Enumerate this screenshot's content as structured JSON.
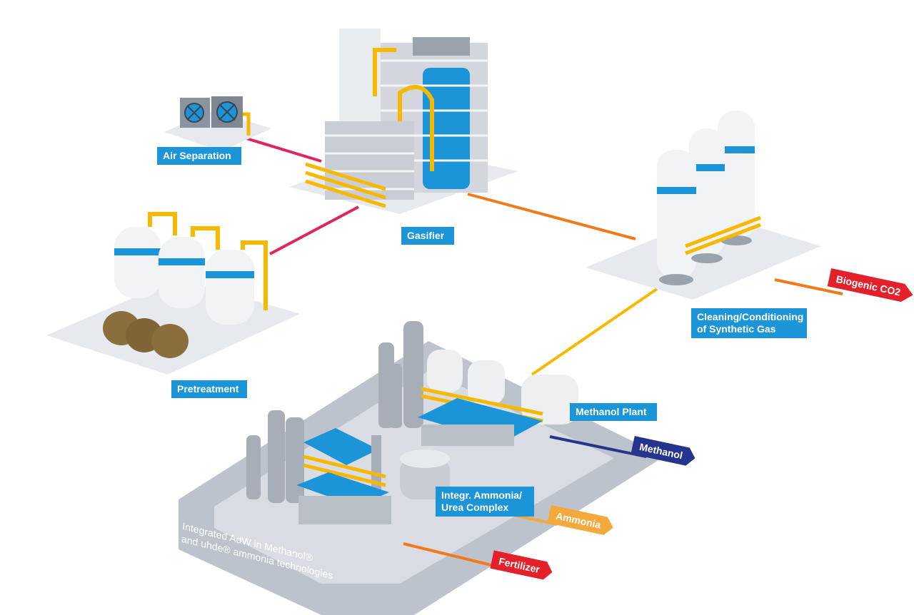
{
  "units": {
    "air_separation": "Air Separation",
    "gasifier": "Gasifier",
    "pretreatment": "Pretreatment",
    "cleaning": "Cleaning/Conditioning\nof Synthetic Gas",
    "methanol_plant": "Methanol Plant",
    "ammonia_complex": "Integr. Ammonia/\nUrea Complex"
  },
  "products": {
    "biogenic_co2": "Biogenic CO2",
    "methanol": "Methanol",
    "ammonia": "Ammonia",
    "fertilizer": "Fertilizer"
  },
  "integrated_note": "Integrated AdW in Methanol®\nand uhde® ammonia technologies",
  "colors": {
    "label_bg": "#1b95d8",
    "air_line": "#e0245e",
    "gas_line": "#f07a1a",
    "syngas_line": "#f6b800",
    "co2_tag": "#e4202a",
    "methanol_tag": "#25348c",
    "ammonia_tag": "#f4a93c",
    "fertilizer_tag": "#e4202a",
    "pad": "#e6e9ee",
    "frame": "#bcc3cc"
  }
}
